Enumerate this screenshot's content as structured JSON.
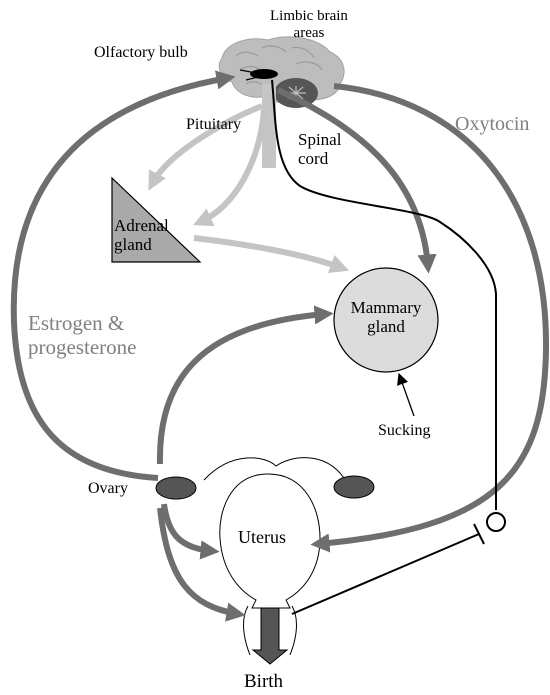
{
  "labels": {
    "limbic": "Limbic brain\nareas",
    "olfactory": "Olfactory bulb",
    "pituitary": "Pituitary",
    "spinal": "Spinal\ncord",
    "oxytocin": "Oxytocin",
    "adrenal": "Adrenal\ngland",
    "estrogen": "Estrogen &\nprogesterone",
    "mammary": "Mammary\ngland",
    "sucking": "Sucking",
    "ovary": "Ovary",
    "uterus": "Uterus",
    "birth": "Birth"
  },
  "colors": {
    "dark_arrow": "#6e6e6e",
    "light_arrow": "#c4c4c4",
    "adrenal_fill": "#a9a9a9",
    "mammary_fill": "#dcdcdc",
    "ovary_fill": "#555555",
    "nerve": "#000000",
    "hormone_text": "#808080"
  }
}
